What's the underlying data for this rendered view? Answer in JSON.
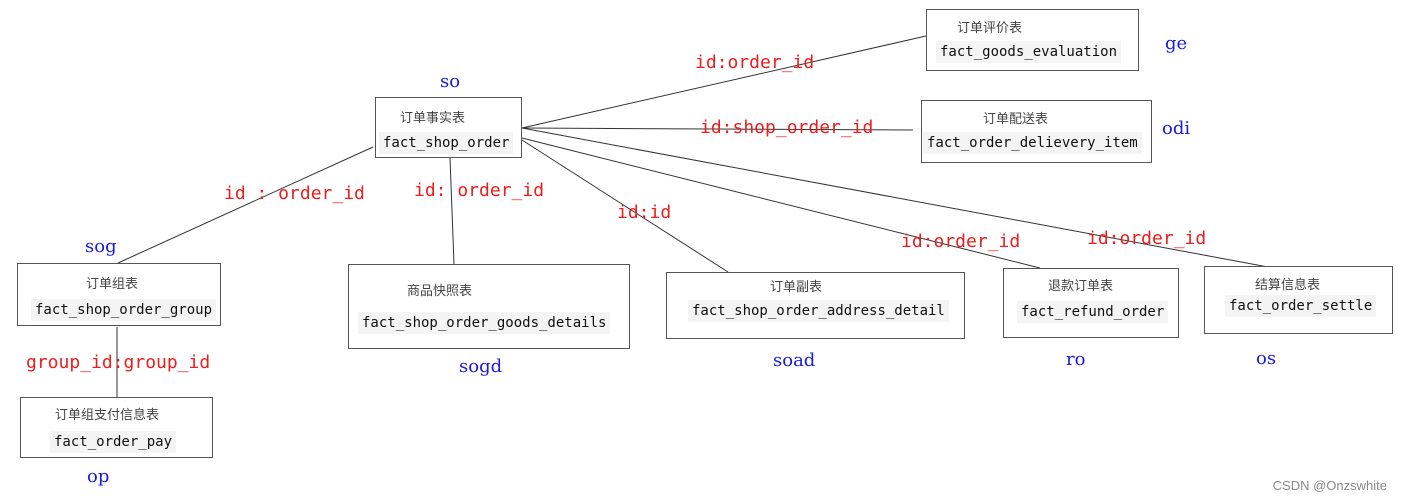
{
  "tables": {
    "so": {
      "cn": "订单事实表",
      "en": "fact_shop_order",
      "alias": "so"
    },
    "ge": {
      "cn": "订单评价表",
      "en": "fact_goods_evaluation",
      "alias": "ge"
    },
    "odi": {
      "cn": "订单配送表",
      "en": "fact_order_delievery_item",
      "alias": "odi"
    },
    "sog": {
      "cn": "订单组表",
      "en": "fact_shop_order_group",
      "alias": "sog"
    },
    "op": {
      "cn": "订单组支付信息表",
      "en": "fact_order_pay",
      "alias": "op"
    },
    "sogd": {
      "cn": "商品快照表",
      "en": "fact_shop_order_goods_details",
      "alias": "sogd"
    },
    "soad": {
      "cn": "订单副表",
      "en": "fact_shop_order_address_detail",
      "alias": "soad"
    },
    "ro": {
      "cn": "退款订单表",
      "en": "fact_refund_order",
      "alias": "ro"
    },
    "os": {
      "cn": "结算信息表",
      "en": "fact_order_settle",
      "alias": "os"
    }
  },
  "joins": {
    "so_ge": "id:order_id",
    "so_odi": "id:shop_order_id",
    "so_sog": "id : order_id",
    "so_sogd": "id: order_id",
    "so_soad": "id:id",
    "so_ro": "id:order_id",
    "so_os": "id:order_id",
    "sog_op": "group_id:group_id"
  },
  "colors": {
    "join_label": "#ee1c1c",
    "alias": "#1a1ae0",
    "line": "#333333"
  },
  "watermark": "CSDN @Onzswhite"
}
